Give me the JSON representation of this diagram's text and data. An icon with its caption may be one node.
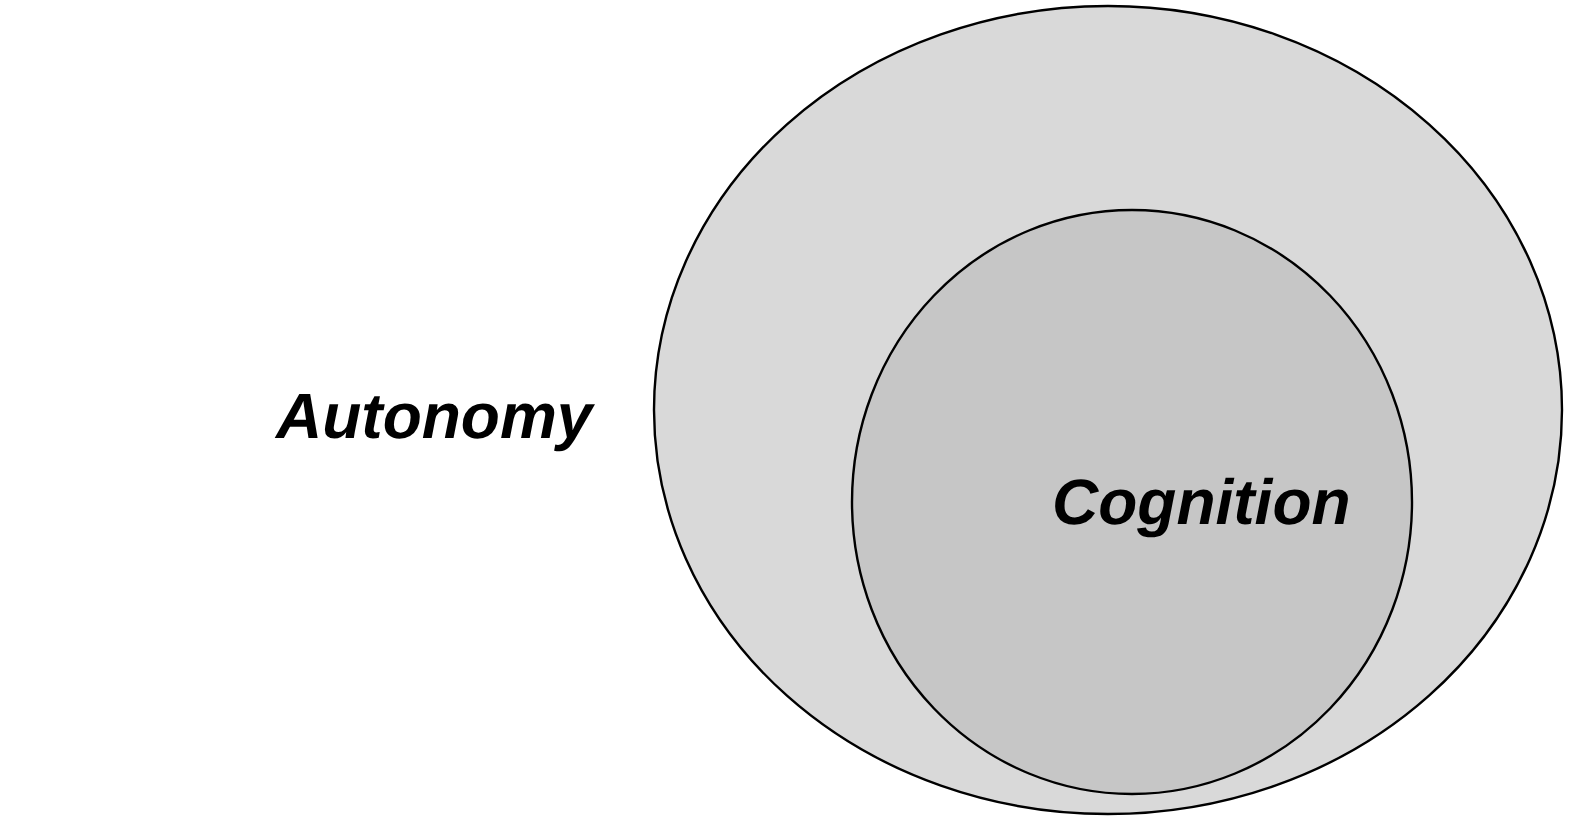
{
  "diagram": {
    "nodes": [
      {
        "text": [
          "Autonomy"
        ]
      },
      {
        "text": [
          "Cognition"
        ],
        "in": 0
      }
    ]
  }
}
